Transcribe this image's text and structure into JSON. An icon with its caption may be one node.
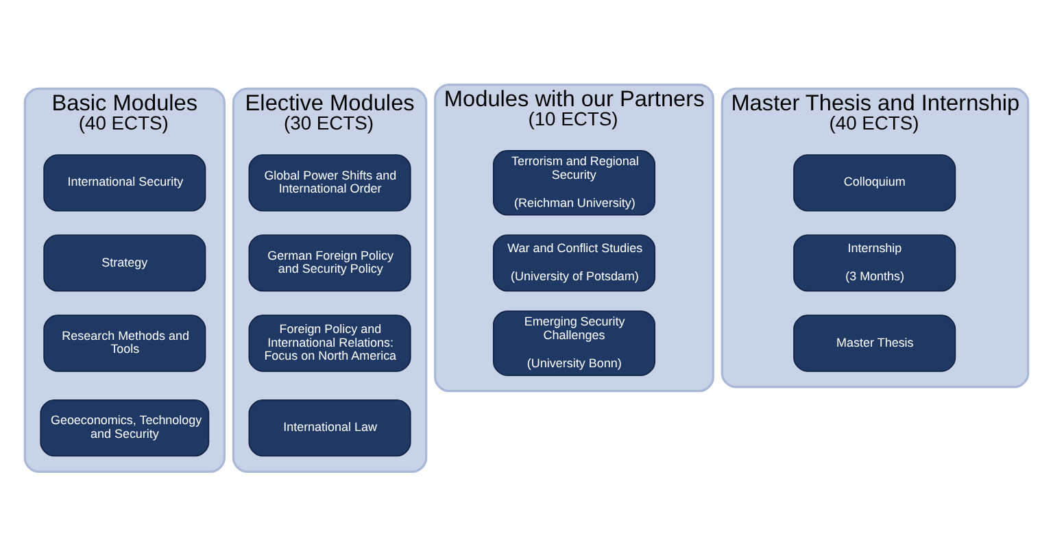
{
  "diagram": {
    "nodes": [
      {
        "text": [
          "Basic Modules",
          "(40 ECTS)"
        ]
      },
      {
        "text": [
          "International Security"
        ],
        "in": 0
      },
      {
        "text": [
          "Strategy"
        ],
        "in": 0
      },
      {
        "text": [
          "Research Methods and Tools"
        ],
        "in": 0
      },
      {
        "text": [
          "Geoeconomics, Technology and Security"
        ],
        "in": 0
      },
      {
        "text": [
          "Elective Modules",
          "(30 ECTS)"
        ]
      },
      {
        "text": [
          "Global Power Shifts and International Order"
        ],
        "in": 5
      },
      {
        "text": [
          "German Foreign Policy and Security Policy"
        ],
        "in": 5
      },
      {
        "text": [
          "Foreign Policy and International Relations: Focus on North America"
        ],
        "in": 5
      },
      {
        "text": [
          "International Law"
        ],
        "in": 5
      },
      {
        "text": [
          "Modules with our Partners",
          "(10 ECTS)"
        ]
      },
      {
        "text": [
          "Terrorism and Regional Security",
          "(Reichman University)"
        ],
        "in": 10
      },
      {
        "text": [
          "War and Conflict Studies",
          "(University of Potsdam)"
        ],
        "in": 10
      },
      {
        "text": [
          "Emerging Security Challenges",
          "(University Bonn)"
        ],
        "in": 10
      },
      {
        "text": [
          "Master Thesis and Internship",
          "(40 ECTS)"
        ]
      },
      {
        "text": [
          "Colloquium"
        ],
        "in": 14
      },
      {
        "text": [
          "Internship",
          "(3 Months)"
        ],
        "in": 14
      },
      {
        "text": [
          "Master Thesis"
        ],
        "in": 14
      }
    ]
  }
}
